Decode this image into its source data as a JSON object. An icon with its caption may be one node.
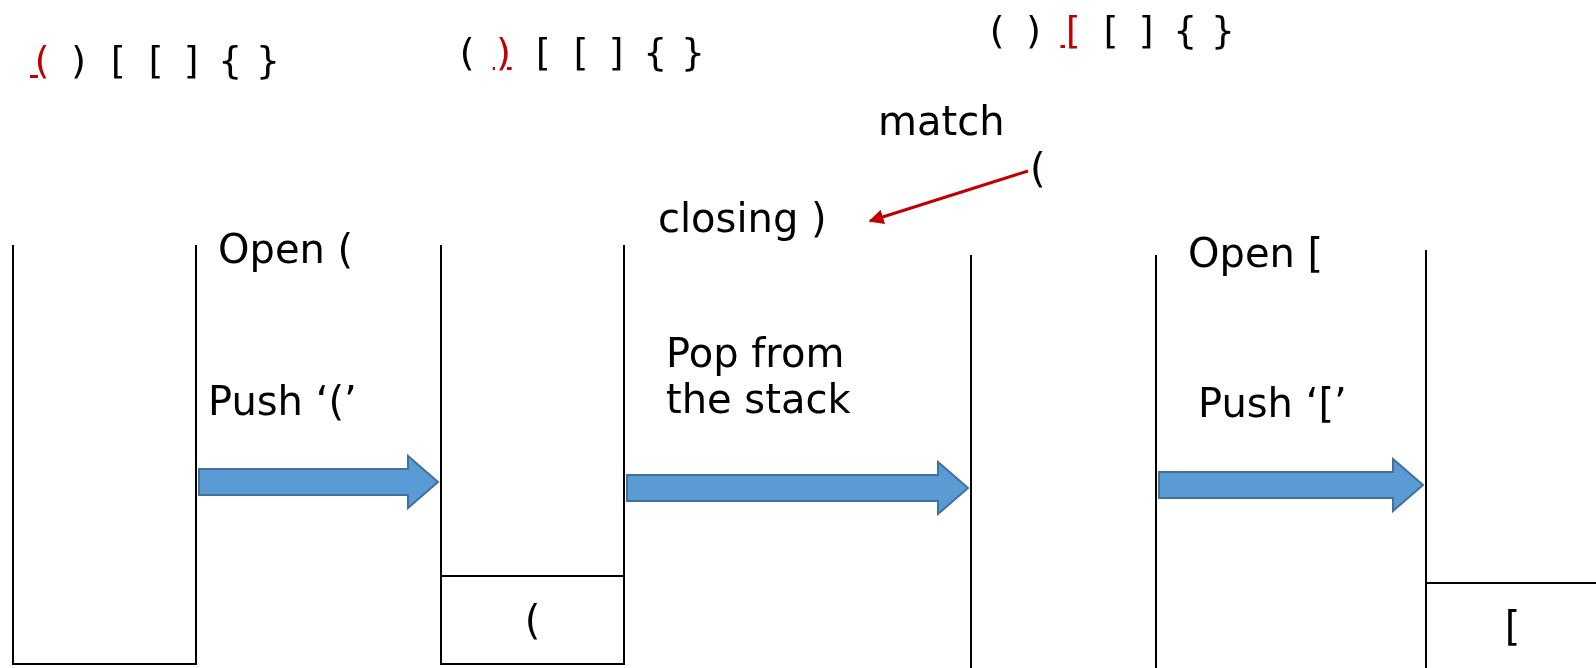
{
  "diagram": {
    "nodes": [
      {
        "text": [],
        "shape": "box"
      },
      {
        "text": [],
        "shape": "box"
      },
      {
        "text": [
          "("
        ],
        "in": 1
      },
      {
        "text": [],
        "shape": "box"
      },
      {
        "text": [],
        "shape": "box"
      },
      {
        "text": [
          "["
        ],
        "in": 4
      },
      {
        "text": [
          "closing )"
        ]
      },
      {
        "text": [
          "("
        ]
      }
    ],
    "edges": [
      {
        "from": 0,
        "to": 1,
        "arrow": "to",
        "label": "Push ‘(’"
      },
      {
        "from": 1,
        "to": 3,
        "arrow": "to",
        "label": "Pop from the stack"
      },
      {
        "from": 3,
        "to": 4,
        "arrow": "to",
        "label": "Push ‘[’"
      },
      {
        "from": 7,
        "to": 6,
        "arrow": "to",
        "label": "match",
        "color": "#c00000"
      }
    ],
    "labels": [
      "( ) [ [ ] { }",
      "( ) [ [ ] { }",
      "( ) [ [ ] { }",
      "Open (",
      "Open ["
    ]
  }
}
